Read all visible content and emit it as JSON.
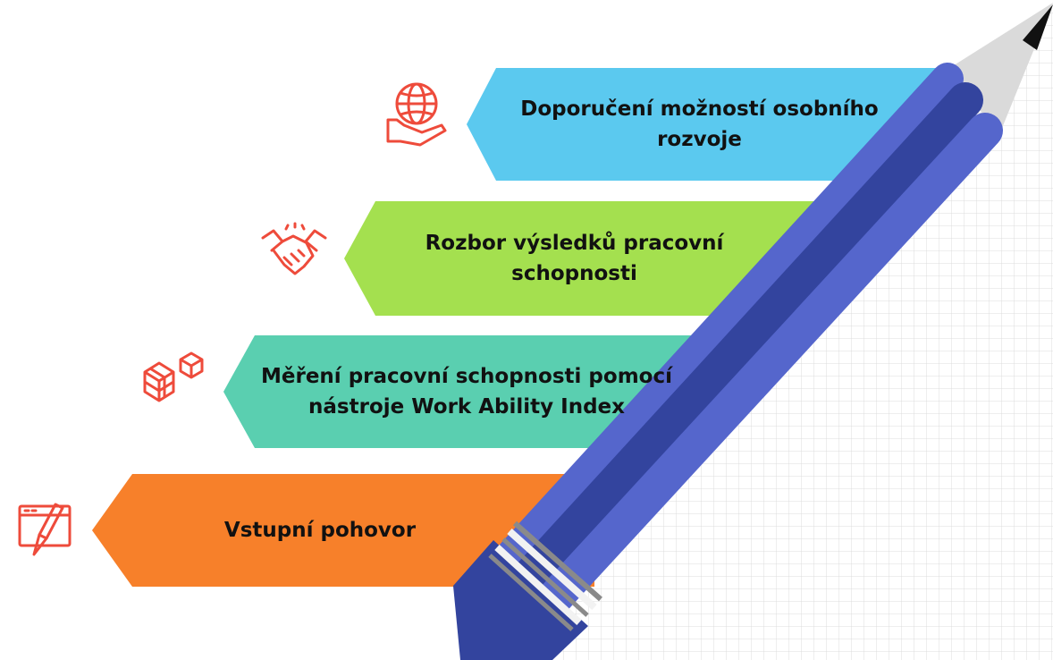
{
  "colors": {
    "step4": "#5BC9EF",
    "step3": "#A4E04F",
    "step2": "#5ACFB0",
    "step1": "#F7802A",
    "icon": "#EE4B3B",
    "pencil_light": "#5566CC",
    "pencil_dark": "#33449E",
    "pencil_tip": "#DADADA",
    "pencil_lead": "#111111",
    "grid": "#DCDCDC"
  },
  "steps": [
    {
      "id": "step4",
      "label": "Doporučení možností osobního rozvoje",
      "icon": "globe-hand-icon"
    },
    {
      "id": "step3",
      "label": "Rozbor výsledků pracovní schopnosti",
      "icon": "handshake-icon"
    },
    {
      "id": "step2",
      "label": "Měření pracovní schopnosti pomocí nástroje Work Ability Index",
      "icon": "cubes-icon"
    },
    {
      "id": "step1",
      "label": "Vstupní pohovor",
      "icon": "window-pencil-icon"
    }
  ]
}
